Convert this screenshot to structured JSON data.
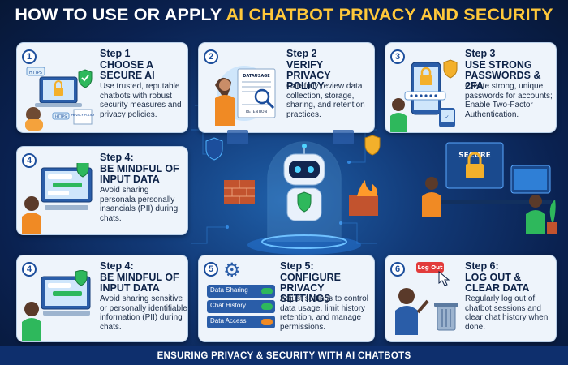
{
  "title": {
    "part1": "HOW TO USE OR APPLY ",
    "part2": "AI CHATBOT PRIVACY AND SECURITY"
  },
  "steps": [
    {
      "num": "1",
      "label": "Step 1",
      "title": "CHOOSE A SECURE AI",
      "desc": "Use trusted, reputable chatbots with robust security measures and privacy policies."
    },
    {
      "num": "2",
      "label": "Step 2",
      "title": "VERIFY PRIVACY POLICY",
      "desc": "Carefully review data collection, storage, sharing, and retention practices."
    },
    {
      "num": "3",
      "label": "Step 3",
      "title": "USE STRONG PASSWORDS & 2FA",
      "desc": "Create strong, unique passwords for accounts; Enable Two-Factor Authentication."
    },
    {
      "num": "4",
      "label": "Step 4:",
      "title": "BE MINDFUL OF INPUT DATA",
      "desc": "Avoid sharing personala personally insancials (PII) during chats."
    },
    {
      "num": "4",
      "label": "Step 4:",
      "title": "BE MINDFUL OF INPUT DATA",
      "desc": "Avoid sharing sensitive or personally identifiable information (PII) during chats."
    },
    {
      "num": "5",
      "label": "Step 5:",
      "title": "CONFIGURE PRIVACY SETTINGS",
      "desc": "Adjust settings to control data usage, limit history retention, and manage permissions."
    },
    {
      "num": "6",
      "label": "Step 6:",
      "title": "LOG OUT & CLEAR DATA",
      "desc": "Regularly log out of chatbot sessions and clear chat history when done."
    }
  ],
  "illus_text": {
    "https": "HTTPS",
    "policy": "PRIVACY POLICY",
    "datausage": "DATAUSAGE",
    "retention": "RETENTION",
    "secure": "SECURE",
    "data_sharing": "Data Sharing",
    "chat_history": "Chat History",
    "data_access": "Data Access",
    "logout": "Log Out"
  },
  "footer": "ENSURING PRIVACY & SECURITY WITH AI CHATBOTS",
  "colors": {
    "accent": "#ffc83a",
    "navy": "#0d2247",
    "card": "#eef4fb",
    "green": "#2eb85c",
    "orange": "#f08a24"
  }
}
